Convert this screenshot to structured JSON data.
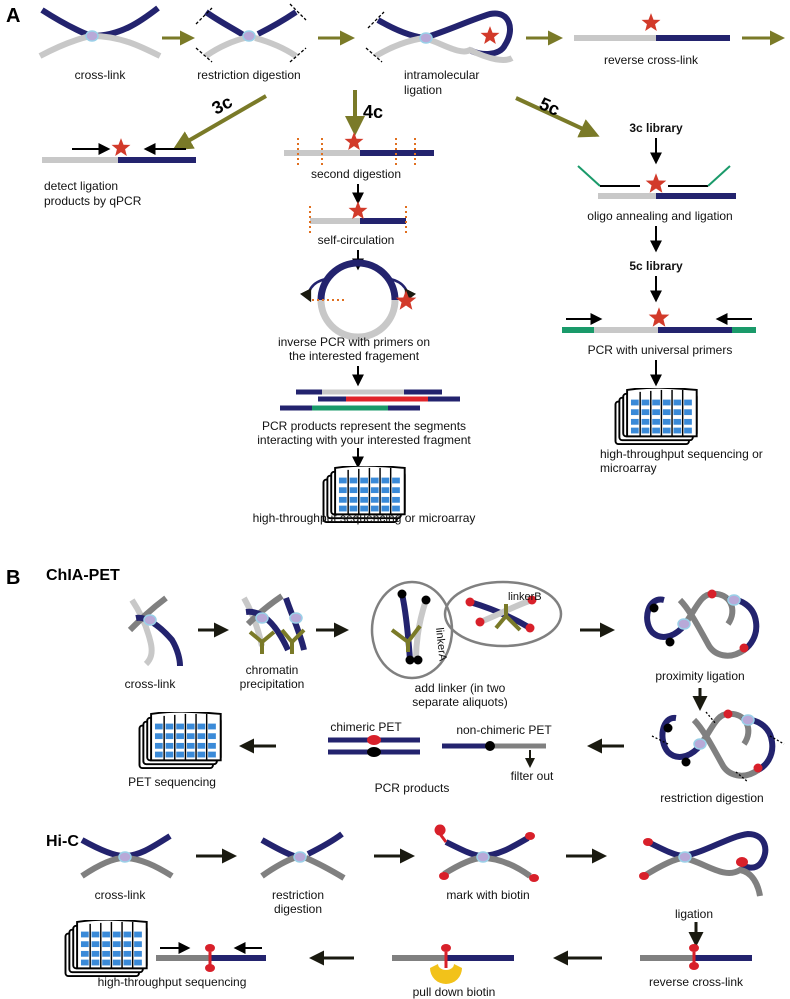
{
  "panels": {
    "a": "A",
    "b": "B"
  },
  "section_a": {
    "row1": [
      "cross-link",
      "restriction digestion",
      "intramolecular",
      "ligation",
      "reverse cross-link"
    ],
    "route_3c": "3c",
    "route_4c": "4c",
    "route_5c": "5c",
    "c3": [
      "detect ligation",
      "products by qPCR"
    ],
    "c4": {
      "second_digestion": "second digestion",
      "self_circulation": "self-circulation",
      "inverse_pcr": [
        "inverse PCR with primers on",
        "the interested fragement"
      ],
      "pcr_products": [
        "PCR products represent the segments",
        "interacting with your interested fragment"
      ],
      "sequencing": "high-throughput sequencing or microarray"
    },
    "c5": {
      "library_3c": "3c library",
      "oligo": "oligo annealing and ligation",
      "library_5c": "5c library",
      "pcr_universal": "PCR with universal primers",
      "sequencing": [
        "high-throughput sequencing or",
        "microarray"
      ]
    }
  },
  "chiapet": {
    "title": "ChIA-PET",
    "cross_link": "cross-link",
    "chromatin": [
      "chromatin",
      "precipitation"
    ],
    "linker_a": "linkerA",
    "linker_b": "linkerB",
    "add_linker": [
      "add linker (in two",
      "separate aliquots)"
    ],
    "proximity": "proximity ligation",
    "restriction": "restriction digestion",
    "chimeric": "chimeric PET",
    "non_chimeric": "non-chimeric PET",
    "filter_out": "filter out",
    "pcr_products": "PCR products",
    "pet_sequencing": "PET sequencing"
  },
  "hic": {
    "title": "Hi-C",
    "cross_link": "cross-link",
    "restriction": [
      "restriction",
      "digestion"
    ],
    "biotin": "mark with biotin",
    "ligation": "ligation",
    "reverse": "reverse cross-link",
    "pull_down": "pull down biotin",
    "sequencing": "high-throughput sequencing"
  },
  "colors": {
    "navy": "#23236e",
    "grey": "#c8c8c8",
    "dark_grey": "#808080",
    "olive": "#7a7a28",
    "star": "#d23a2a",
    "dotted": "#e07020",
    "teal": "#1a9a6a",
    "red_bar": "#e0242a",
    "blue_cell": "#3a8ad8",
    "biotin": "#d8202a",
    "bead": "#f2c21a"
  }
}
